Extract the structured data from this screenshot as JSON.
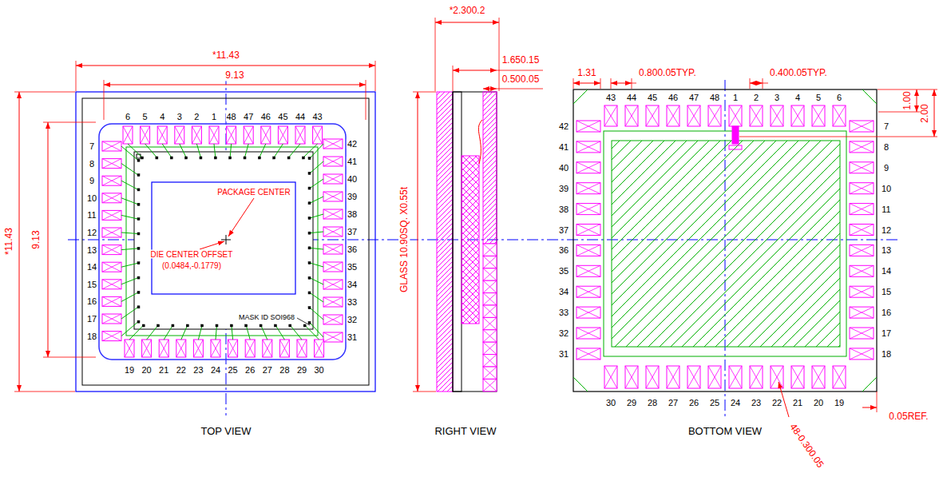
{
  "diagram": {
    "labels": [
      "*11.43",
      "9.13",
      "*11.43",
      "9.13",
      "PACKAGE CENTER",
      "DIE CENTER OFFSET",
      "(0.0484,-0.1779)",
      "MASK ID SOI968",
      "6",
      "5",
      "4",
      "3",
      "2",
      "1",
      "48",
      "47",
      "46",
      "45",
      "44",
      "43",
      "7",
      "8",
      "9",
      "10",
      "11",
      "12",
      "13",
      "14",
      "15",
      "16",
      "17",
      "18",
      "42",
      "41",
      "40",
      "39",
      "38",
      "37",
      "36",
      "35",
      "34",
      "33",
      "32",
      "31",
      "19",
      "20",
      "21",
      "22",
      "23",
      "24",
      "25",
      "26",
      "27",
      "28",
      "29",
      "30",
      "TOP VIEW",
      "*2.300.2",
      "1.650.15",
      "0.500.05",
      "GLASS 10.90SQ. X0.55t",
      "RIGHT VIEW",
      "1.31",
      "0.800.05TYP.",
      "0.400.05TYP.",
      "1.00",
      "2.00",
      "43",
      "44",
      "45",
      "46",
      "47",
      "48",
      "1",
      "2",
      "3",
      "4",
      "5",
      "6",
      "42",
      "41",
      "40",
      "39",
      "38",
      "37",
      "36",
      "35",
      "34",
      "33",
      "32",
      "31",
      "7",
      "8",
      "9",
      "10",
      "11",
      "12",
      "13",
      "14",
      "15",
      "16",
      "17",
      "18",
      "30",
      "29",
      "28",
      "27",
      "26",
      "25",
      "24",
      "23",
      "22",
      "21",
      "20",
      "19",
      "0.05REF.",
      "48-0.300.05",
      "BOTTOM VIEW"
    ]
  }
}
